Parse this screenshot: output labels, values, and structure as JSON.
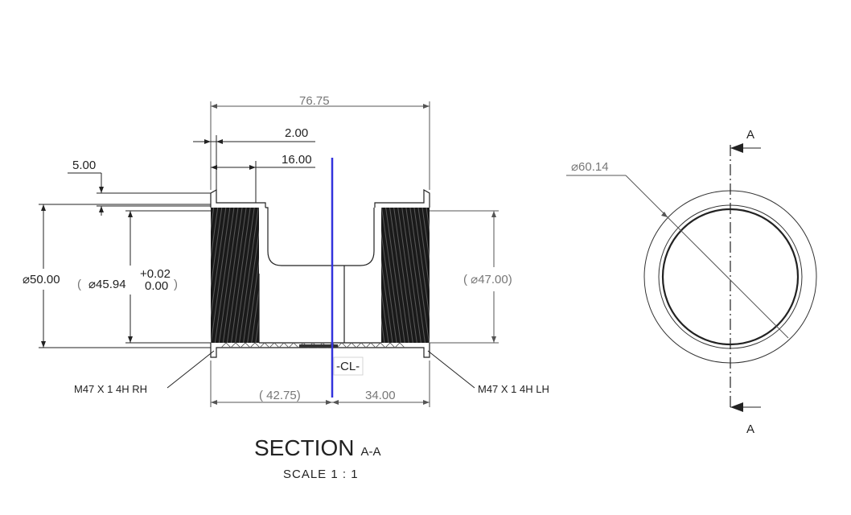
{
  "section": {
    "title": "SECTION",
    "suffix": "A-A",
    "scale": "SCALE 1 : 1",
    "marker": "A"
  },
  "dimensions": {
    "overall_length": "76.75",
    "offset_small": "2.00",
    "thread_length": "16.00",
    "flange_step": "5.00",
    "outer_diameter": "50.00",
    "bore_diameter": "45.94",
    "bore_tol_upper": "+0.02",
    "bore_tol_lower": "0.00",
    "ref_diameter": "47.00",
    "flange_diameter": "60.14",
    "left_to_cl": "42.75",
    "right_to_cl": "34.00",
    "centerline_label": "-CL-"
  },
  "symbols": {
    "diameter": "⌀"
  },
  "callouts": {
    "thread_left": "M47 X 1 4H RH",
    "thread_right": "M47 X 1 4H LH"
  },
  "colors": {
    "centerline": "#3333dd",
    "line": "#222222",
    "dimension": "#777777"
  }
}
